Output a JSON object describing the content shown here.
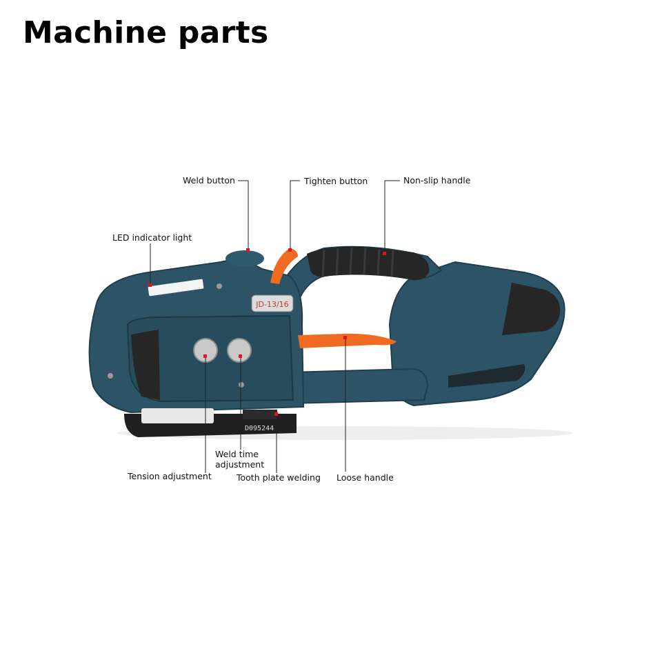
{
  "title": "Machine parts",
  "colors": {
    "body": "#2d5466",
    "body_dark": "#1f3e4d",
    "accent_orange": "#f06a22",
    "rubber": "#262626",
    "leader_line": "#222222",
    "marker": "#e8101a"
  },
  "machine": {
    "model_label": "JD-13/16",
    "serial_label": "D095244"
  },
  "labels": {
    "weld_button": "Weld button",
    "tighten_button": "Tighten button",
    "non_slip_handle": "Non-slip handle",
    "led_indicator": "LED indicator light",
    "weld_time_adjustment": "Weld time adjustment",
    "tension_adjustment": "Tension adjustment",
    "tooth_plate_welding": "Tooth plate welding",
    "loose_handle": "Loose handle"
  }
}
